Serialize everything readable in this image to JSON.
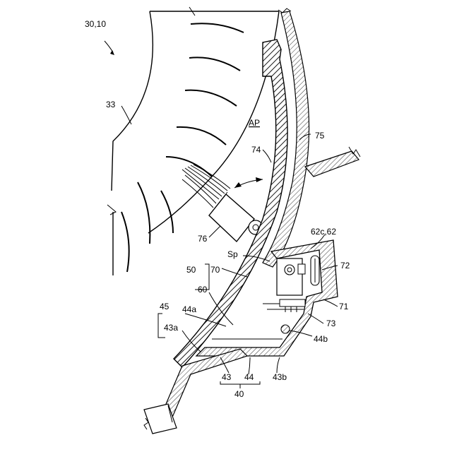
{
  "labels": {
    "fig_ref": "30,10",
    "l33": "33",
    "lAP": "AP",
    "l74": "74",
    "l75": "75",
    "l76": "76",
    "l62c": "62c,62",
    "lSp": "Sp",
    "l50": "50",
    "l70": "70",
    "l72": "72",
    "l60": "60",
    "l71": "71",
    "l45": "45",
    "l44a": "44a",
    "l73": "73",
    "l43a": "43a",
    "l44b": "44b",
    "l43": "43",
    "l44": "44",
    "l43b": "43b",
    "l40": "40"
  },
  "colors": {
    "line": "#000000",
    "background": "#ffffff"
  }
}
